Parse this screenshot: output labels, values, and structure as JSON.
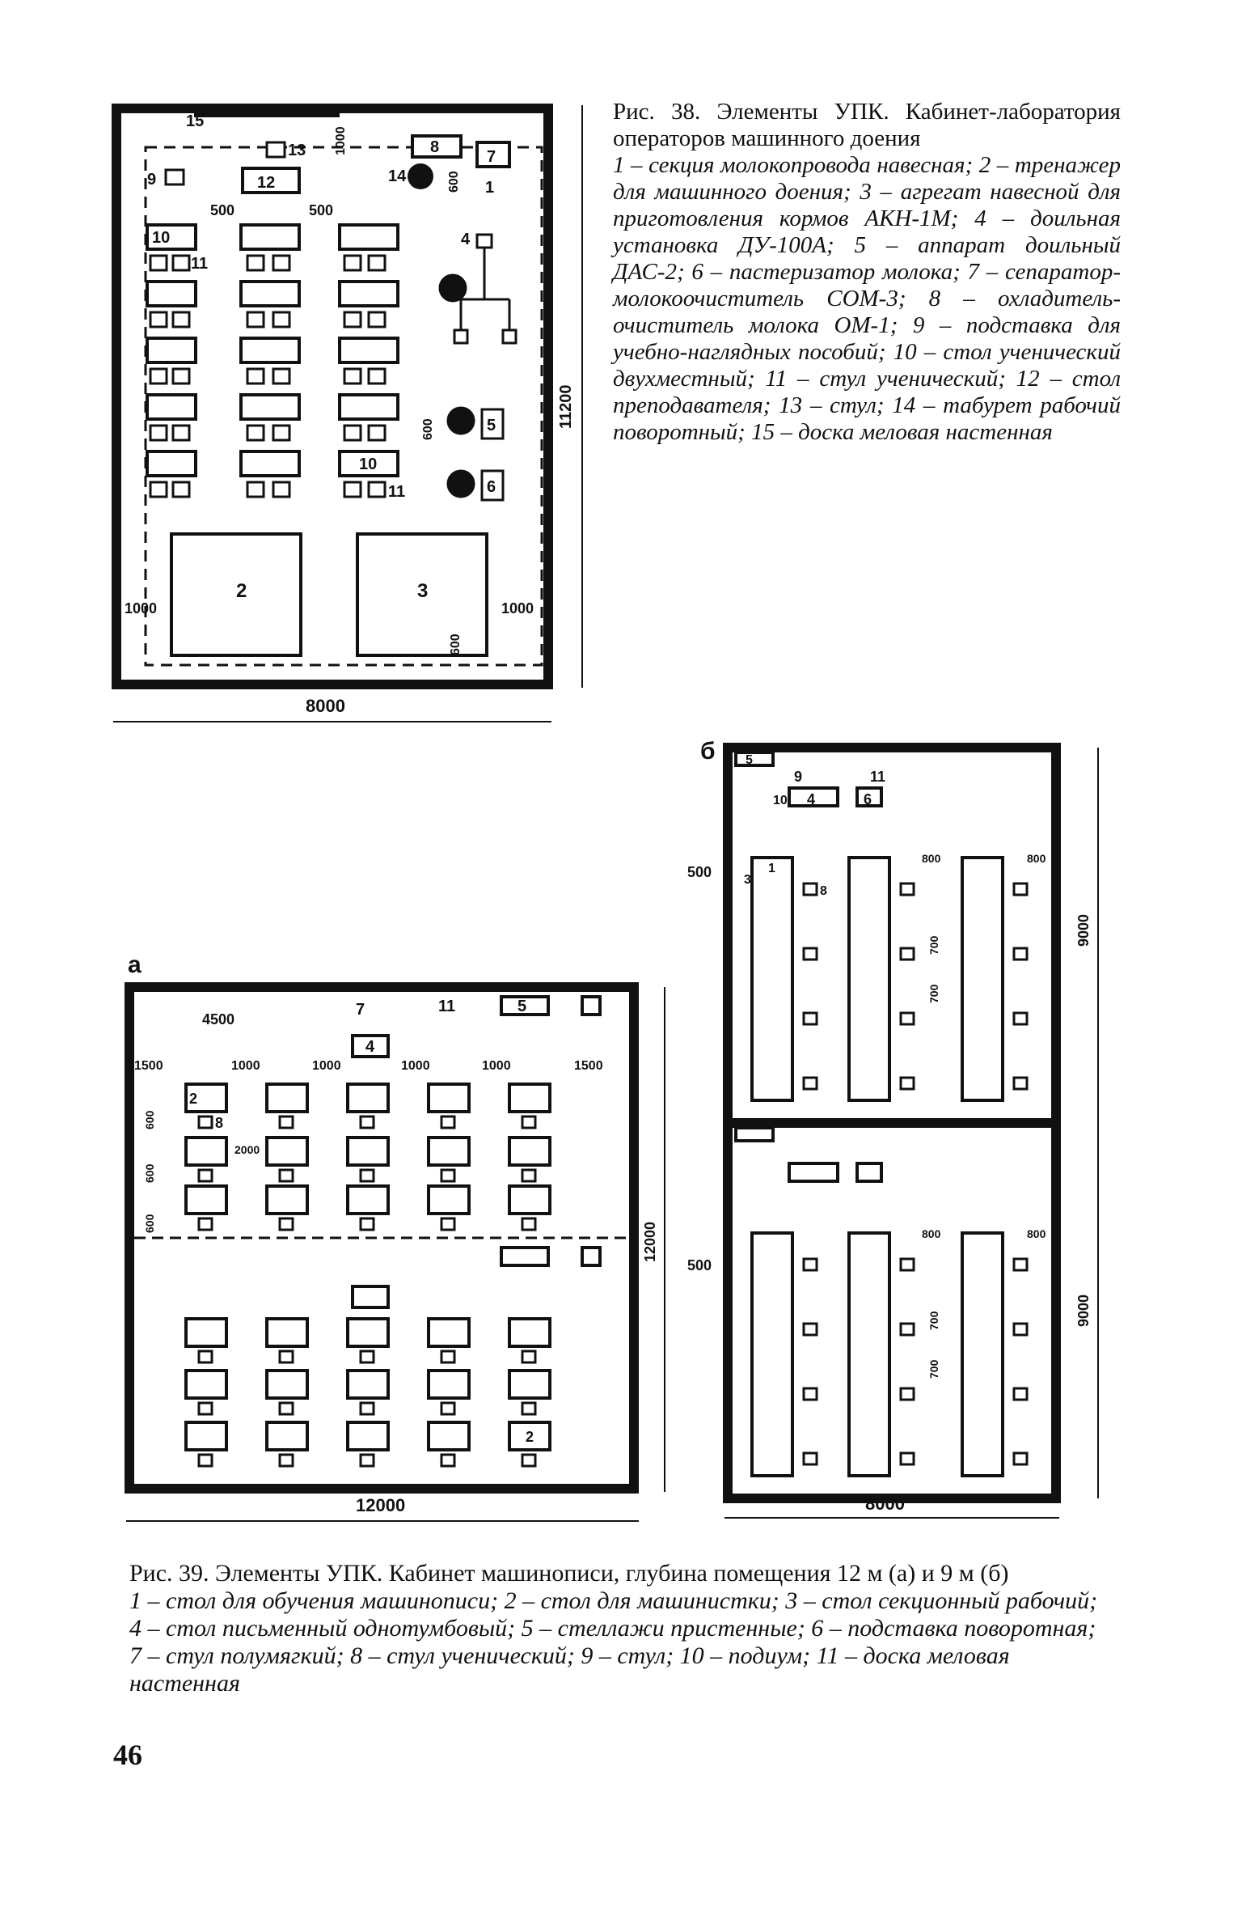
{
  "fig38": {
    "title": "Рис. 38. Элементы УПК. Кабинет-лаборатория операторов машинного доения",
    "legend": "1 – секция молокопровода навесная; 2 – тренажер для машинного доения; 3 – агрегат навесной для приготовления кормов АКН-1М; 4 – доильная установка ДУ-100А; 5 – аппарат доильный ДАС-2; 6 – пастеризатор молока; 7 – сепаратор-молокоочиститель СОМ-3; 8 – охладитель-очиститель молока ОМ-1; 9 – подставка для учебно-наглядных пособий; 10 – стол ученический двухместный; 11 – стул ученический; 12 – стол преподавателя; 13 – стул; 14 – табурет рабочий поворотный; 15 – доска меловая настенная",
    "dim_width": "8000",
    "dim_height": "11200",
    "dims": [
      "500",
      "500",
      "1000",
      "600",
      "600",
      "1000",
      "1000",
      "600"
    ],
    "marks": [
      "15",
      "13",
      "9",
      "12",
      "14",
      "8",
      "7",
      "1",
      "10",
      "11",
      "4",
      "5",
      "6",
      "10",
      "11",
      "2",
      "3"
    ]
  },
  "fig39": {
    "title": "Рис. 39. Элементы УПК. Кабинет машинописи, глубина помещения 12 м (а) и 9 м (б)",
    "legend": "1 – стол для обучения машинописи; 2 – стол для машинистки; 3 – стол секционный рабочий; 4 – стол письменный однотумбовый; 5 – стеллажи пристенные; 6 – подставка поворотная; 7 – стул полумягкий; 8 – стул ученический; 9 – стул; 10 – подиум; 11 – доска меловая настенная",
    "label_a": "а",
    "label_b": "б",
    "a_width": "12000",
    "a_height": "12000",
    "a_dims": [
      "4500",
      "1500",
      "1000",
      "1000",
      "1000",
      "1000",
      "1500",
      "600",
      "600",
      "600",
      "2000"
    ],
    "b_width": "8000",
    "b_height_top": "9000",
    "b_height_bottom": "9000",
    "b_dims": [
      "500",
      "800",
      "800",
      "700",
      "700",
      "500",
      "800",
      "800",
      "700",
      "700"
    ],
    "marks_a": [
      "7",
      "11",
      "5",
      "4",
      "2",
      "8",
      "2"
    ],
    "marks_b": [
      "5",
      "9",
      "11",
      "10",
      "4",
      "6",
      "1",
      "3",
      "8"
    ]
  },
  "page_number": "46"
}
